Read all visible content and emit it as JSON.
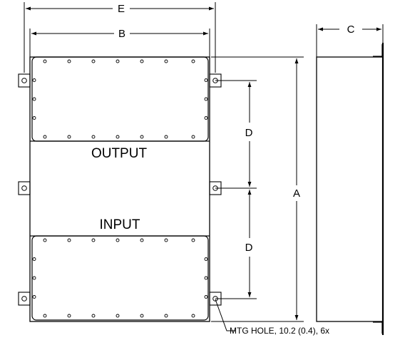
{
  "dimensions": {
    "e": "E",
    "b": "B",
    "c": "C",
    "a": "A",
    "d_upper": "D",
    "d_lower": "D"
  },
  "sections": {
    "output": "OUTPUT",
    "input": "INPUT"
  },
  "callout": {
    "mounting_hole": "MTG HOLE, 10.2 (0.4), 6x"
  }
}
